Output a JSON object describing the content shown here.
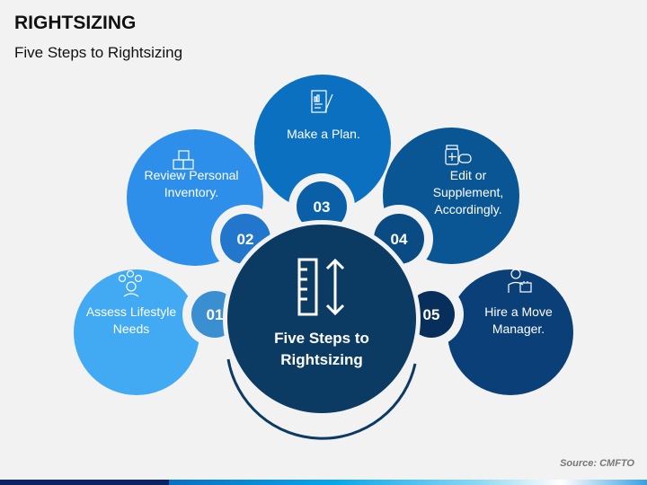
{
  "header": {
    "title": "RIGHTSIZING",
    "subtitle": "Five Steps to Rightsizing"
  },
  "center": {
    "line1": "Five Steps to",
    "line2": "Rightsizing",
    "icon": "ruler-height-icon",
    "color": "#0b3a63"
  },
  "steps": [
    {
      "number": "01",
      "lines": [
        "Assess Lifestyle",
        "Needs"
      ],
      "icon": "person-ideas-icon",
      "color": "#41aaf3",
      "num_color": "#3a8fd0"
    },
    {
      "number": "02",
      "lines": [
        "Review Personal",
        "Inventory."
      ],
      "icon": "boxes-icon",
      "color": "#2d8fea",
      "num_color": "#2277cc"
    },
    {
      "number": "03",
      "lines": [
        "Make a Plan."
      ],
      "icon": "plan-document-icon",
      "color": "#0a70bf",
      "num_color": "#0a5fa6"
    },
    {
      "number": "04",
      "lines": [
        "Edit or",
        "Supplement,",
        "Accordingly."
      ],
      "icon": "medicine-bottle-icon",
      "color": "#0a5594",
      "num_color": "#0a4b84"
    },
    {
      "number": "05",
      "lines": [
        "Hire a Move",
        "Manager."
      ],
      "icon": "manager-briefcase-icon",
      "color": "#0a3f78",
      "num_color": "#082f5c"
    }
  ],
  "footer": {
    "source": "Source: CMFTO"
  }
}
